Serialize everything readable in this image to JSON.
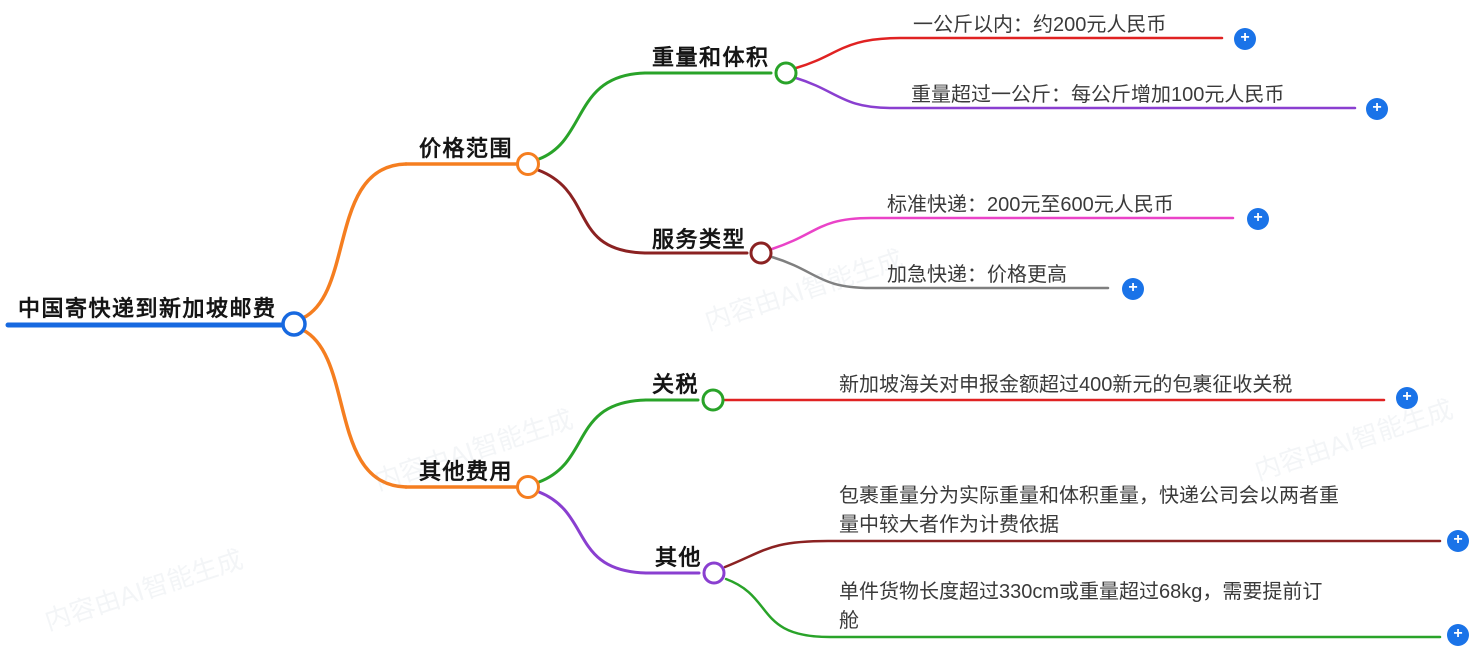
{
  "palette": {
    "root_blue": "#1769e0",
    "plus_blue": "#1a73e8",
    "orange": "#f57e20",
    "green": "#29a329",
    "maroon": "#8b2222",
    "red": "#e02222",
    "purple": "#8a3fd0",
    "pink": "#ea43c8",
    "gray": "#7f7f7f"
  },
  "ui": {
    "add_label": "+"
  },
  "watermark": {
    "text": "内容由AI智能生成"
  },
  "mindmap": {
    "root": {
      "label": "中国寄快递到新加坡邮费"
    },
    "branches": [
      {
        "label": "价格范围",
        "children": [
          {
            "label": "重量和体积",
            "leaves": [
              {
                "text": "一公斤以内：约200元人民币"
              },
              {
                "text": "重量超过一公斤：每公斤增加100元人民币"
              }
            ]
          },
          {
            "label": "服务类型",
            "leaves": [
              {
                "text": "标准快递：200元至600元人民币"
              },
              {
                "text": "加急快递：价格更高"
              }
            ]
          }
        ]
      },
      {
        "label": "其他费用",
        "children": [
          {
            "label": "关税",
            "leaves": [
              {
                "text": "新加坡海关对申报金额超过400新元的包裹征收关税"
              }
            ]
          },
          {
            "label": "其他",
            "leaves": [
              {
                "text": "包裹重量分为实际重量和体积重量，快递公司会以两者重量中较大者作为计费依据"
              },
              {
                "text": "单件货物长度超过330cm或重量超过68kg，需要提前订舱"
              }
            ]
          }
        ]
      }
    ]
  }
}
